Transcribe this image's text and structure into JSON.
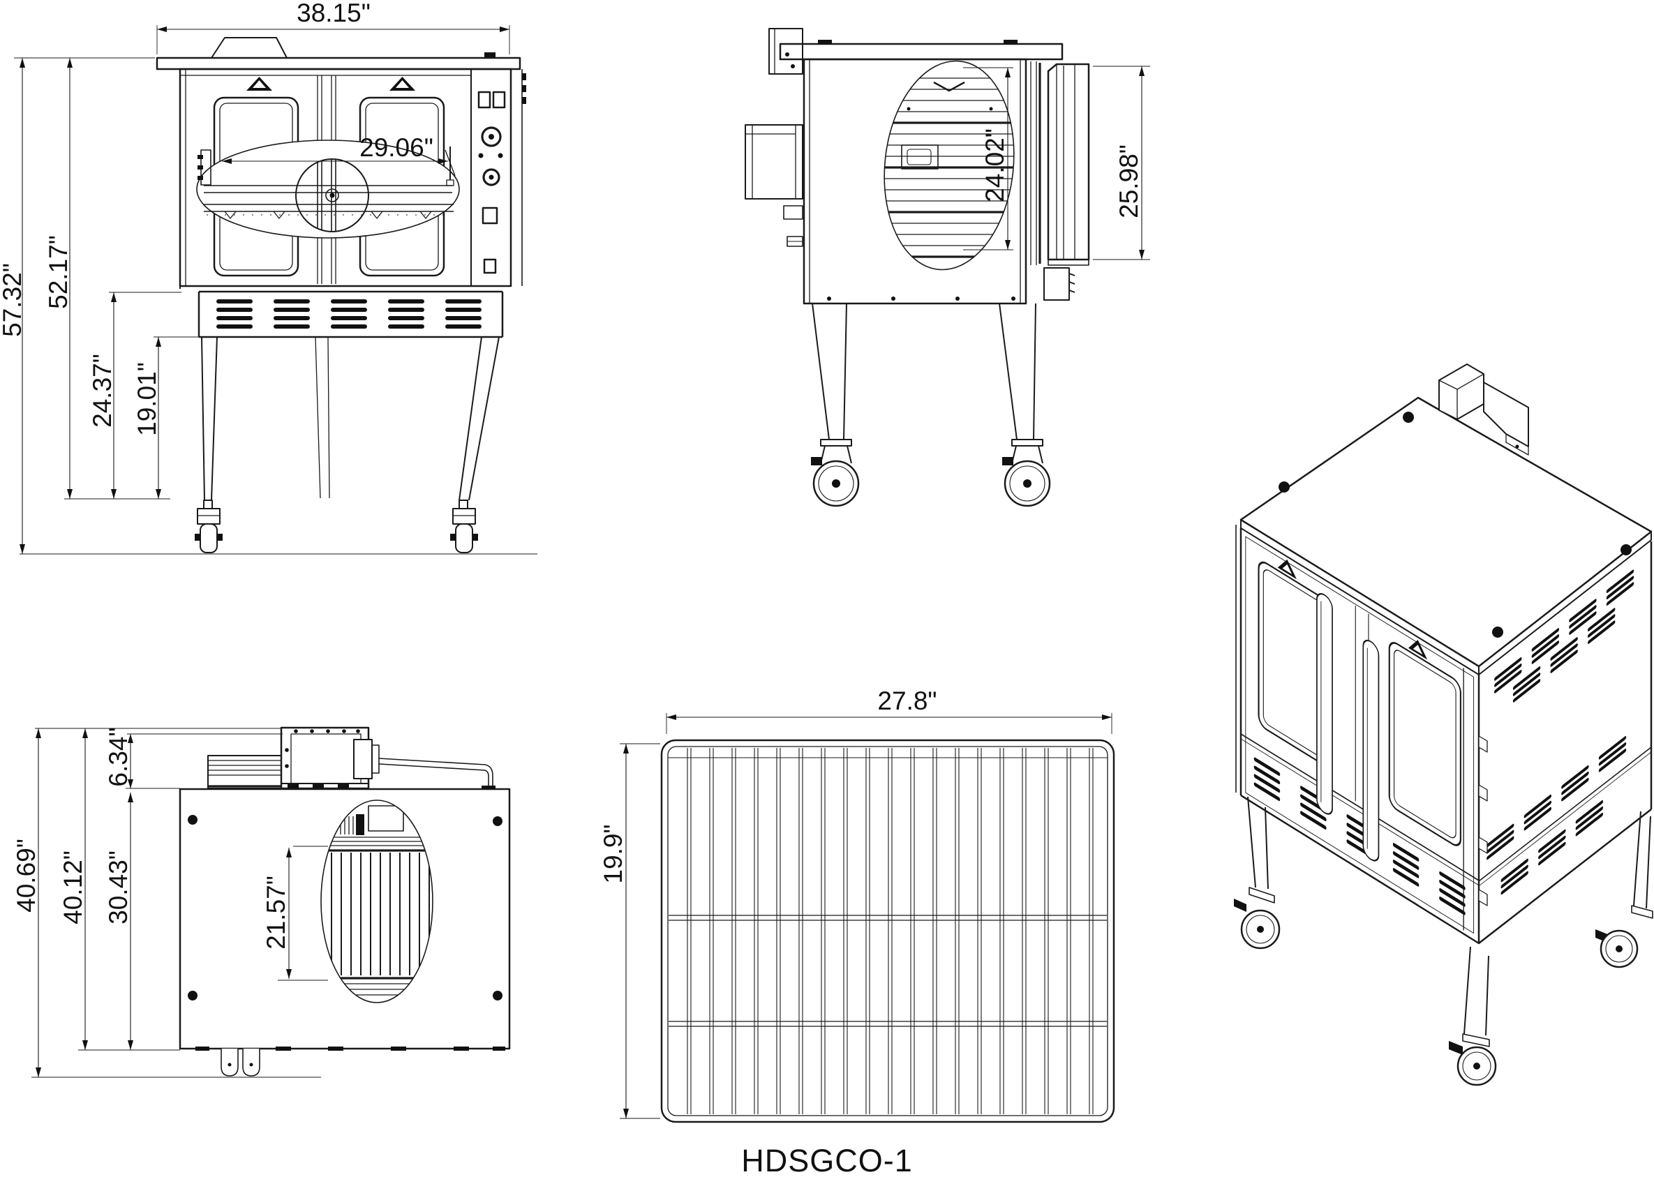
{
  "title": "HDSGCO-1",
  "views": {
    "front": {
      "width": "38.15\"",
      "overall_height": "57.32\"",
      "body_height": "52.17\"",
      "base_height": "24.37\"",
      "leg_height": "19.01\"",
      "rotisserie_width": "29.06\""
    },
    "side": {
      "cavity_height": "24.02\"",
      "door_height": "25.98\""
    },
    "top": {
      "overall_depth": "40.69\"",
      "body_depth_overall": "40.12\"",
      "body_depth": "30.43\"",
      "flue_depth": "6.34\"",
      "fan_housing_width": "21.57\""
    },
    "rack": {
      "width": "27.8\"",
      "depth": "19.9\""
    }
  }
}
